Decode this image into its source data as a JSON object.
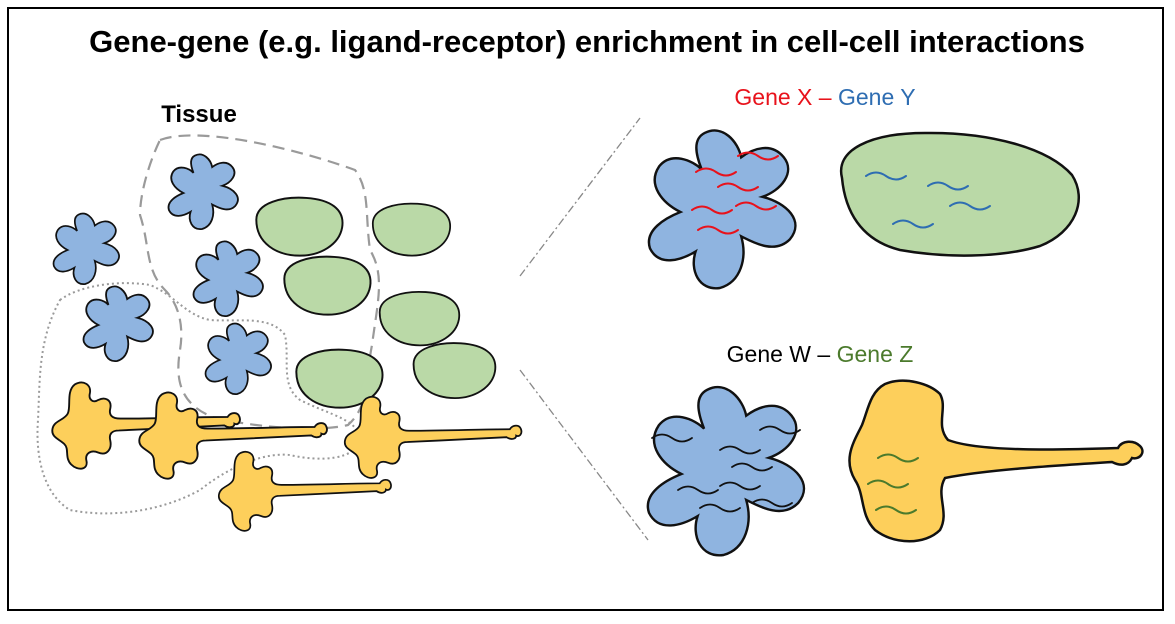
{
  "title": "Gene-gene (e.g. ligand-receptor) enrichment in cell-cell interactions",
  "tissue_label": "Tissue",
  "pair_top": {
    "gene_a": "Gene X",
    "dash": " – ",
    "gene_b": "Gene Y",
    "color_a": "#e8121b",
    "color_dash": "#e8121b",
    "color_b": "#2e6db2"
  },
  "pair_bottom": {
    "gene_a": "Gene W",
    "dash": " – ",
    "gene_b": "Gene Z",
    "color_a": "#000000",
    "color_dash": "#000000",
    "color_b": "#4b7a2c"
  },
  "colors": {
    "blue_cell": "#8fb4e0",
    "green_cell": "#bad9a7",
    "yellow_cell": "#fdcf5b",
    "outline": "#111111"
  }
}
